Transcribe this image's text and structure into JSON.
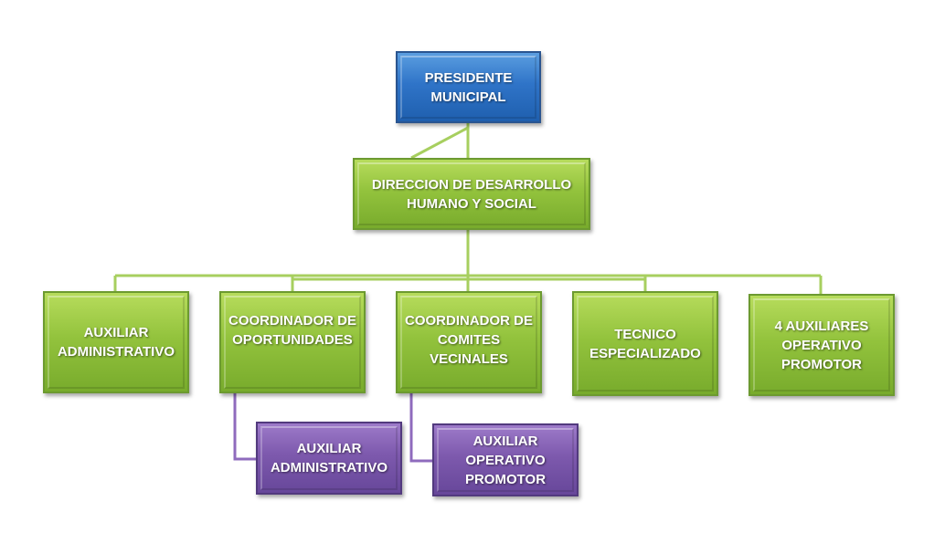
{
  "colors": {
    "top": "#2f74c8",
    "middle": "#93c33d",
    "sub": "#7d59ad",
    "connector": "#a7cf5f"
  },
  "nodes": {
    "president": "PRESIDENTE\nMUNICIPAL",
    "direction": "DIRECCION DE DESARROLLO\nHUMANO Y SOCIAL",
    "aux_admin": "AUXILIAR\nADMINISTRATIVO",
    "coord_oportunidades": "COORDINADOR DE\nOPORTUNIDADES",
    "coord_comites": "COORDINADOR DE\nCOMITES\nVECINALES",
    "tecnico": "TECNICO\nESPECIALIZADO",
    "aux_operativo": "4 AUXILIARES\nOPERATIVO\nPROMOTOR",
    "sub_aux_admin": "AUXILIAR\nADMINISTRATIVO",
    "sub_aux_operativo": "AUXILIAR\nOPERATIVO\nPROMOTOR"
  }
}
